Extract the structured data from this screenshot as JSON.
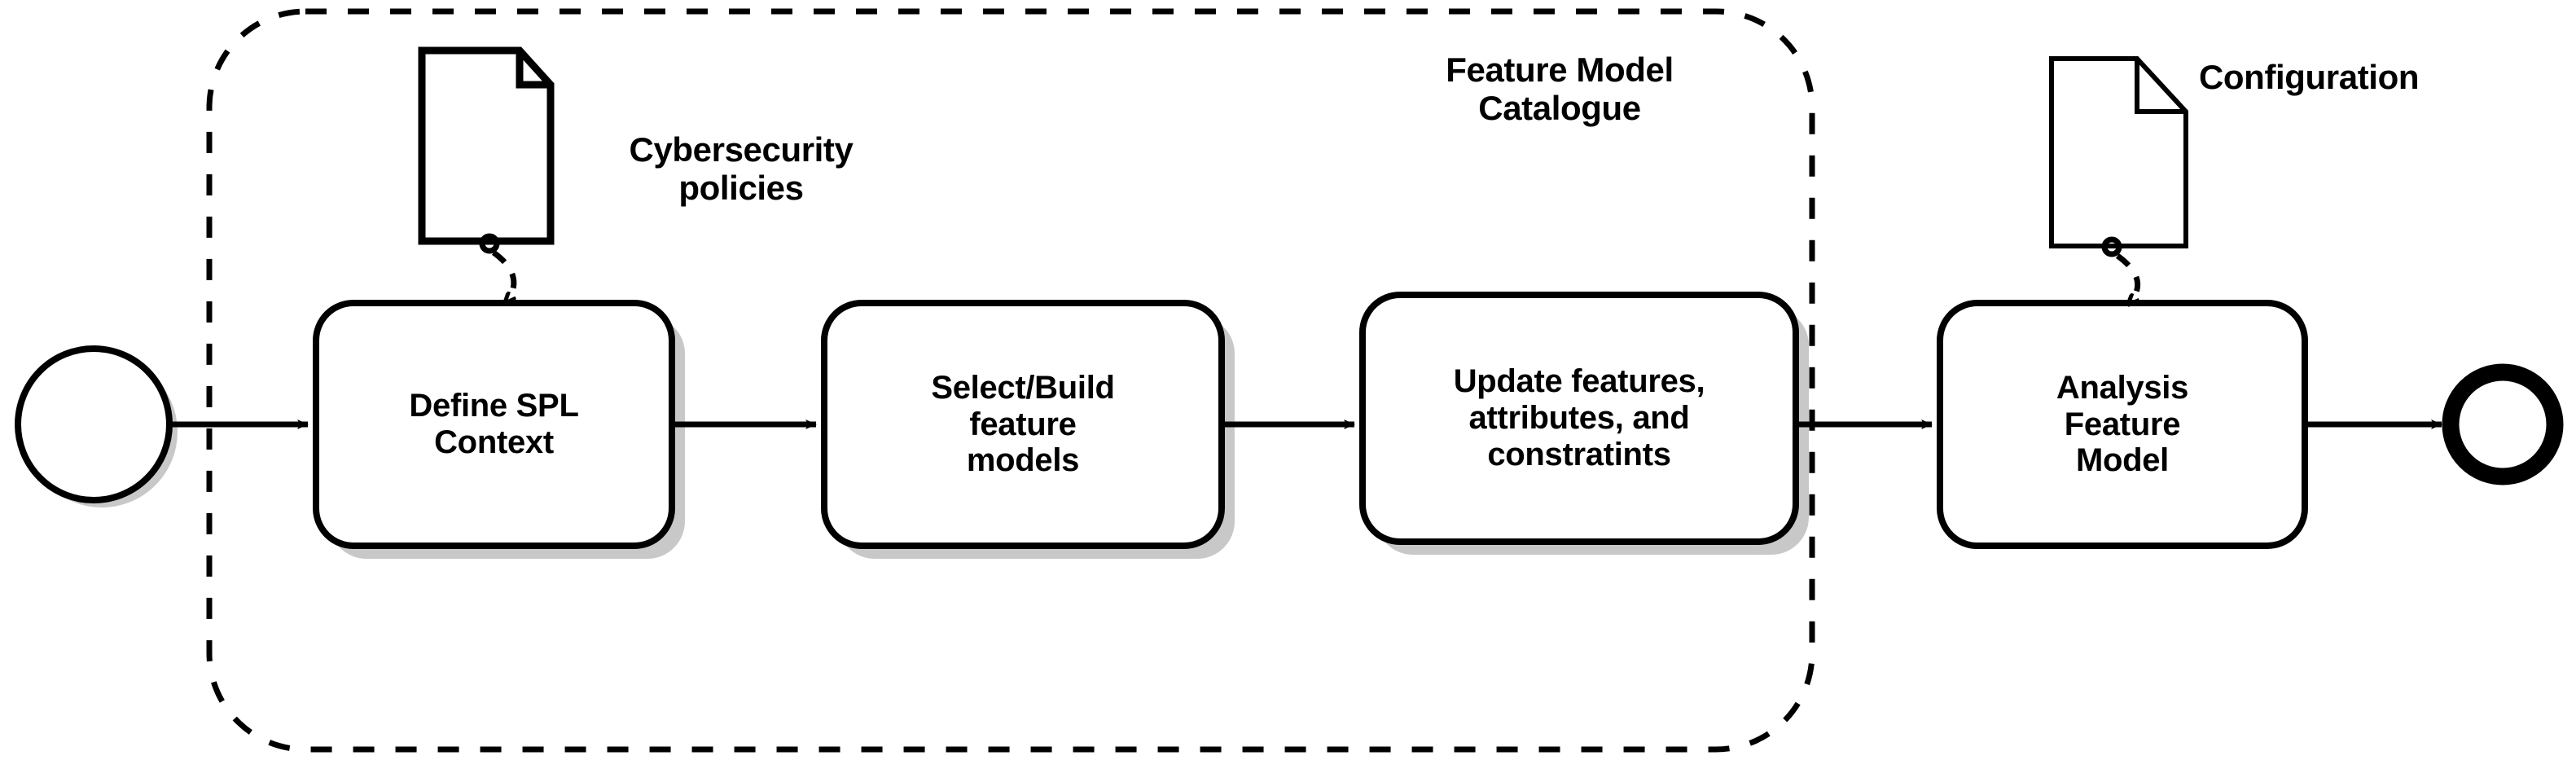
{
  "diagram": {
    "type": "bpmn-process",
    "title": "Feature Model Catalogue process",
    "colors": {
      "stroke": "#000000",
      "fill": "#ffffff",
      "shadow": "#c8c8c8",
      "text": "#000000"
    }
  },
  "group": {
    "name": "Feature Model Catalogue",
    "label": "Feature Model\nCatalogue",
    "border_style": "dashed"
  },
  "events": {
    "start": {
      "name": "start-event",
      "label": "",
      "shape": "circle-thin"
    },
    "end": {
      "name": "end-event",
      "label": "",
      "shape": "circle-thick"
    }
  },
  "tasks": [
    {
      "id": "define-spl-context",
      "label": "Define SPL\nContext",
      "shadow": true
    },
    {
      "id": "select-build-feature-models",
      "label": "Select/Build\nfeature\nmodels",
      "shadow": true
    },
    {
      "id": "update-features-attributes-constraints",
      "label": "Update features,\nattributes, and\nconstratints",
      "shadow": true
    },
    {
      "id": "analysis-feature-model",
      "label": "Analysis\nFeature\nModel",
      "shadow": false
    }
  ],
  "artifacts": [
    {
      "id": "cybersecurity-policies",
      "label": "Cybersecurity\npolicies",
      "icon": "document-icon",
      "attached_to": "define-spl-context"
    },
    {
      "id": "configuration",
      "label": "Configuration",
      "icon": "document-icon",
      "attached_to": "analysis-feature-model"
    }
  ],
  "flows": [
    {
      "id": "flow-start-to-define",
      "from": "start-event",
      "to": "define-spl-context",
      "kind": "sequence-flow"
    },
    {
      "id": "flow-define-to-select",
      "from": "define-spl-context",
      "to": "select-build-feature-models",
      "kind": "sequence-flow"
    },
    {
      "id": "flow-select-to-update",
      "from": "select-build-feature-models",
      "to": "update-features-attributes-constraints",
      "kind": "sequence-flow"
    },
    {
      "id": "flow-update-to-analysis",
      "from": "update-features-attributes-constraints",
      "to": "analysis-feature-model",
      "kind": "sequence-flow"
    },
    {
      "id": "flow-analysis-to-end",
      "from": "analysis-feature-model",
      "to": "end-event",
      "kind": "sequence-flow"
    },
    {
      "id": "assoc-policies-to-define",
      "from": "cybersecurity-policies",
      "to": "define-spl-context",
      "kind": "association-dashed"
    },
    {
      "id": "assoc-configuration-to-analysis",
      "from": "configuration",
      "to": "analysis-feature-model",
      "kind": "association-dashed"
    }
  ]
}
